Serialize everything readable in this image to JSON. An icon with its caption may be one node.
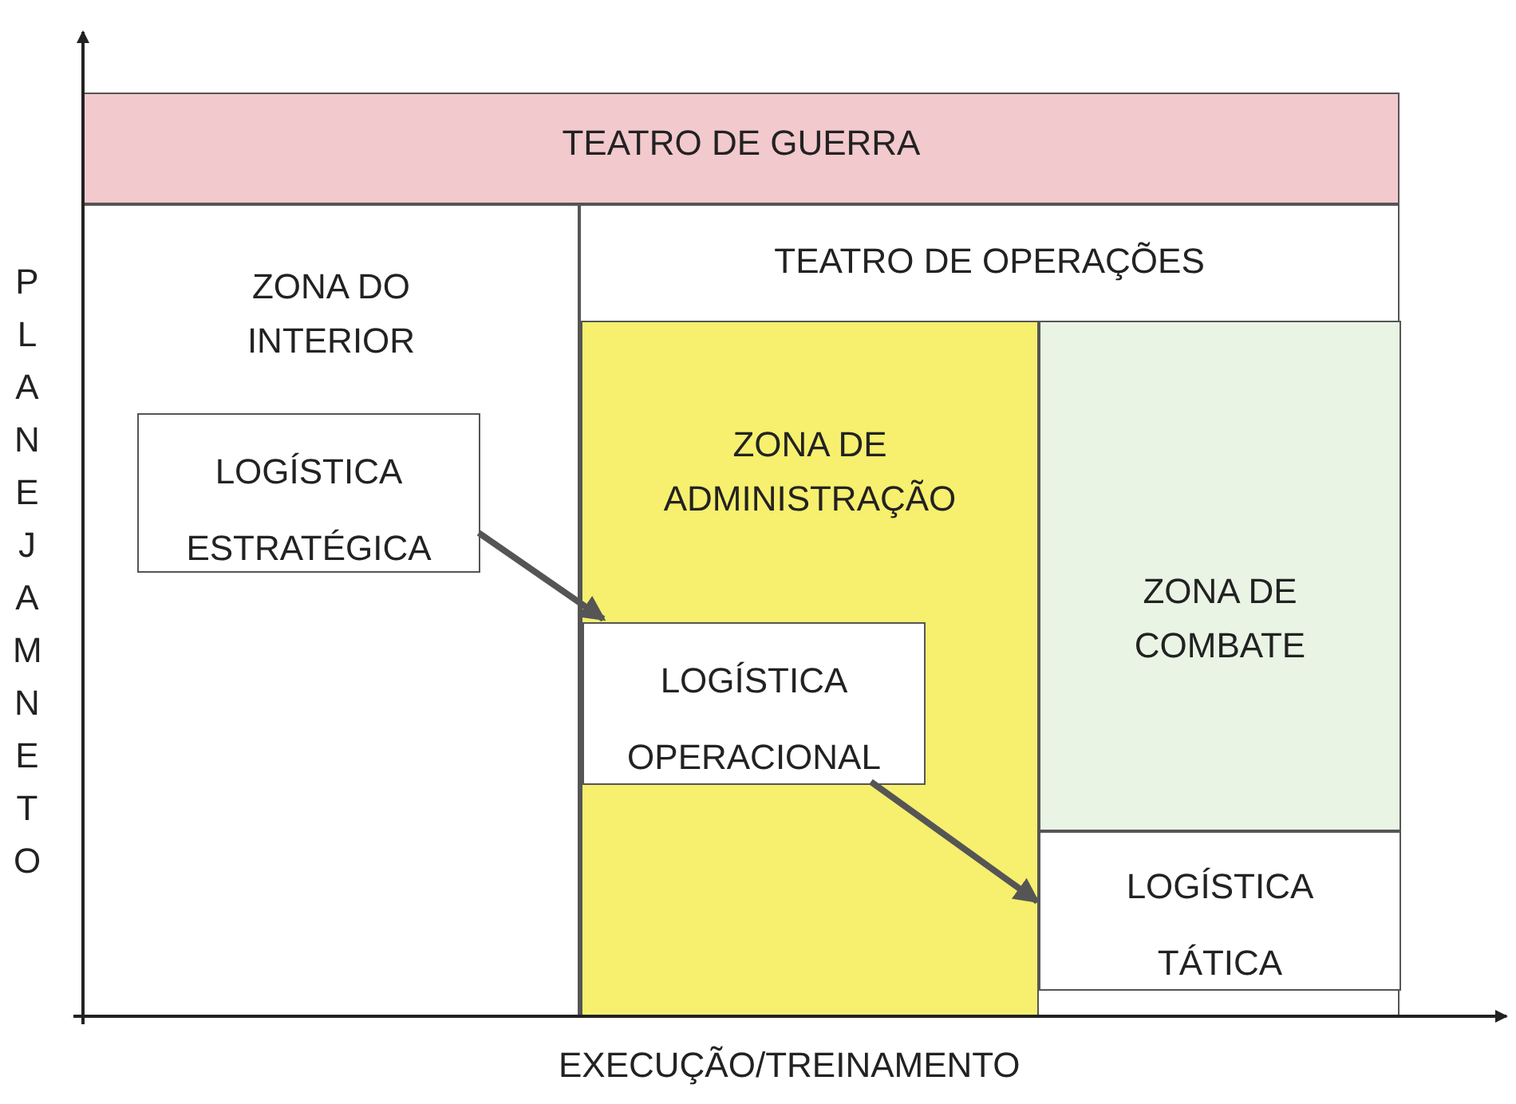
{
  "diagram": {
    "nodes": [
      {
        "text": [
          "TEATRO DE GUERRA"
        ]
      },
      {
        "text": [
          "ZONA DO INTERIOR"
        ]
      },
      {
        "text": [
          "TEATRO DE OPERAÇÕES"
        ]
      },
      {
        "text": [
          "ZONA DE ADMINISTRAÇÃO"
        ],
        "in": 2
      },
      {
        "text": [
          "LOGÍSTICA ESTRATÉGICA"
        ],
        "in": 1
      },
      {
        "text": [
          "LOGÍSTICA OPERACIONAL"
        ],
        "in": 3
      },
      {
        "text": [
          "ZONA DE COMBATE"
        ],
        "in": 2
      },
      {
        "text": [
          "LOGÍSTICA TÁTICA"
        ],
        "in": 2
      }
    ],
    "edges": [
      {
        "from": 4,
        "to": 5,
        "arrow": "to"
      },
      {
        "from": 5,
        "to": 7,
        "arrow": "to"
      }
    ],
    "labels": [
      "PLANEJAMNETO",
      "EXECUÇÃO/TREINAMENTO"
    ]
  }
}
